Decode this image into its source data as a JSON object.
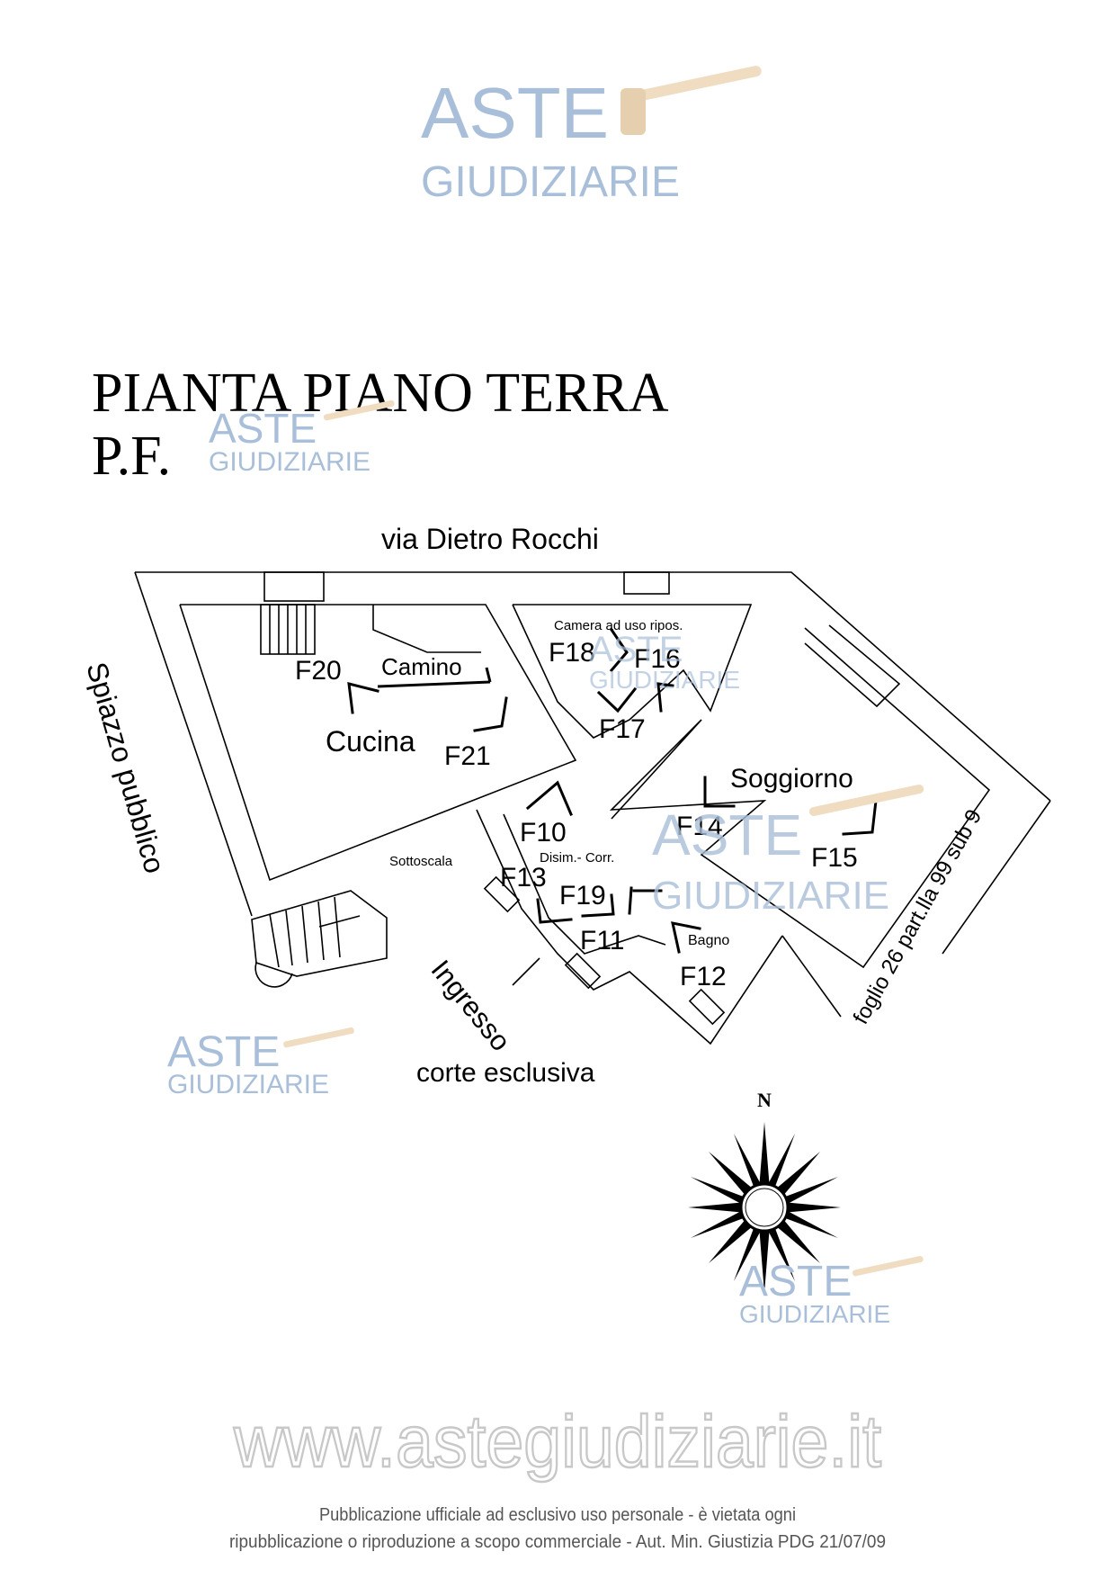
{
  "watermark": {
    "line1": "ASTE",
    "line2": "GIUDIZIARIE",
    "url": "www.astegiudiziarie.it"
  },
  "title": {
    "line1": "PIANTA PIANO TERRA",
    "line2": "P.F."
  },
  "plan": {
    "street": "via Dietro Rocchi",
    "side_label": "Spiazzo pubblico",
    "cadastral": "foglio 26 part.lla 99 sub 9",
    "entrance": "Ingresso",
    "court": "corte esclusiva",
    "rooms": {
      "kitchen": "Cucina",
      "fireplace": "Camino",
      "bedroom": "Camera ad uso ripos.",
      "living": "Soggiorno",
      "corridor": "Disim.- Corr.",
      "bath": "Bagno",
      "understairs": "Sottoscala"
    },
    "photo_points": [
      "F10",
      "F11",
      "F12",
      "F13",
      "F14",
      "F15",
      "F16",
      "F17",
      "F18",
      "F19",
      "F20",
      "F21"
    ]
  },
  "compass": {
    "north": "N"
  },
  "footer": {
    "line1": "Pubblicazione ufficiale ad esclusivo uso personale - è vietata ogni",
    "line2": "ripubblicazione o riproduzione a scopo commerciale - Aut. Min. Giustizia PDG 21/07/09"
  }
}
